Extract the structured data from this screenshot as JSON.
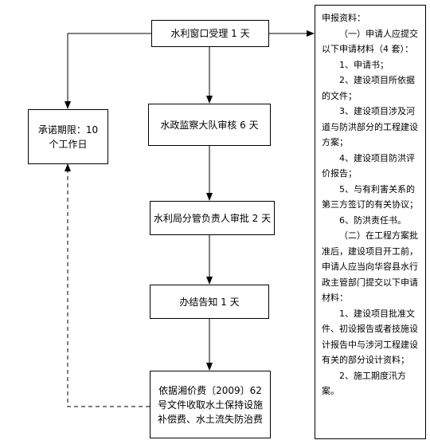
{
  "diagram": {
    "steps": {
      "window": "水利窗口受理 1 天",
      "review": "水政监察大队审核 6 天",
      "approve": "水利局分管负责人审批 2 天",
      "notify": "办结告知 1 天",
      "fee": "依据湘价费〔2009〕62 号文件收取水土保持设施补偿费、水土流失防治费"
    },
    "deadline": "承诺期限：10 个工作日",
    "materials": {
      "heading": "申报资料：",
      "part1_title": "（一）申请人应提交以下申请材料（4 套）：",
      "part1_items": [
        "1、申请书；",
        "2、建设项目所依据的文件；",
        "3、建设项目涉及河道与防洪部分的工程建设方案；",
        "4、建设项目防洪评价报告；",
        "5、与有利害关系的第三方签订的有关协议；",
        "6、防洪责任书。"
      ],
      "part2_title": "（二）在工程方案批准后，建设项目开工前，申请人应当向华容县水行政主管部门提交以下申请材料：",
      "part2_items": [
        "1、建设项目批准文件、初设报告或者技施设计报告中与涉河工程建设有关的部分设计资料；",
        "2、施工期度汛方案。"
      ]
    }
  }
}
